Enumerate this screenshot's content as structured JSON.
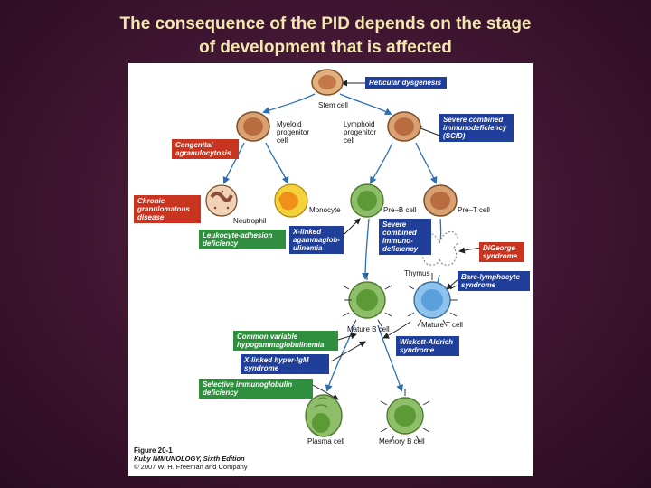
{
  "title_line1": "The consequence of the PID depends on the stage",
  "title_line2": "of development that is affected",
  "cells": {
    "stem": "Stem cell",
    "myeloid": "Myeloid progenitor cell",
    "lymphoid": "Lymphoid progenitor cell",
    "neutrophil": "Neutrophil",
    "monocyte": "Monocyte",
    "pre_b": "Pre–B cell",
    "pre_t": "Pre–T cell",
    "thymus": "Thymus",
    "mature_b": "Mature B cell",
    "mature_t": "Mature T cell",
    "plasma": "Plasma cell",
    "memory_b": "Memory B cell"
  },
  "defects": {
    "reticular": "Reticular dysgenesis",
    "scid_top": "Severe combined immunodeficiency (SCID)",
    "congenital": "Congenital agranulocytosis",
    "chronic": "Chronic granulomatous disease",
    "leukocyte": "Leukocyte-adhesion deficiency",
    "xla": "X-linked agammaglob-ulinemia",
    "scid_mid": "Severe combined immuno-deficiency",
    "digeorge": "DiGeorge syndrome",
    "bare": "Bare-lymphocyte syndrome",
    "cvid": "Common variable hypogammaglobulinemia",
    "wiskott": "Wiskott-Aldrich syndrome",
    "hyper_igm": "X-linked hyper-IgM syndrome",
    "selective": "Selective immunoglobulin deficiency"
  },
  "caption": {
    "figure": "Figure 20-1",
    "source": "Kuby IMMUNOLOGY, Sixth Edition",
    "copyright": "© 2007 W. H. Freeman and Company"
  },
  "colors": {
    "defect_blue": "#1f3f9a",
    "defect_red": "#c8341f",
    "defect_green": "#2f8f3e",
    "arrow_blue": "#2d6fb4"
  }
}
